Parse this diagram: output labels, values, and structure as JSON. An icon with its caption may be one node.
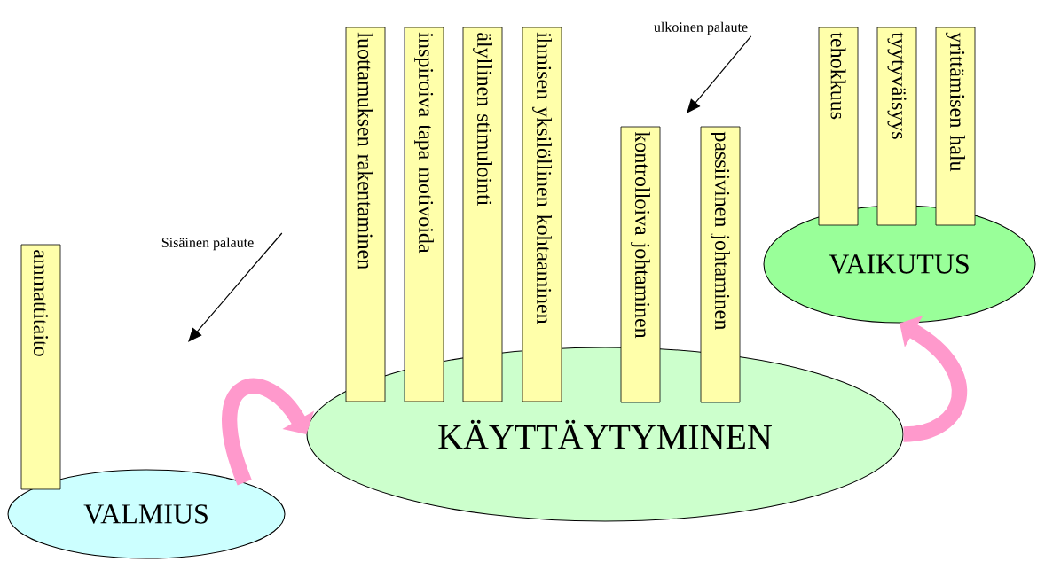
{
  "diagram": {
    "nodes": [
      {
        "text": [
          "VALMIUS"
        ]
      },
      {
        "text": [
          "KÄYTTÄYTYMINEN"
        ]
      },
      {
        "text": [
          "VAIKUTUS"
        ]
      },
      {
        "text": [
          "ammattitaito"
        ]
      },
      {
        "text": [
          "luottamuksen rakentaminen"
        ]
      },
      {
        "text": [
          "inspiroiva tapa motivoida"
        ]
      },
      {
        "text": [
          "älyllinen stimulointi"
        ]
      },
      {
        "text": [
          "ihmisen yksilöllinen kohtaaminen"
        ]
      },
      {
        "text": [
          "kontrolloiva johtaminen"
        ]
      },
      {
        "text": [
          "passiivinen johtaminen"
        ]
      },
      {
        "text": [
          "tehokkuus"
        ]
      },
      {
        "text": [
          "tyytyväisyys"
        ]
      },
      {
        "text": [
          "yrittämisen halu"
        ]
      },
      {
        "text": [
          "Sisäinen palaute"
        ]
      },
      {
        "text": [
          "ulkoinen palaute"
        ]
      }
    ],
    "edges": [
      {
        "from": 0,
        "to": 1,
        "arrow": "to",
        "style": "thick",
        "color": "#ff99cc"
      },
      {
        "from": 1,
        "to": 2,
        "arrow": "to",
        "style": "thick",
        "color": "#ff99cc"
      },
      {
        "from": 13,
        "to": null,
        "arrow": "to",
        "color": "#000000"
      },
      {
        "from": 14,
        "to": null,
        "arrow": "to",
        "color": "#000000"
      }
    ]
  }
}
